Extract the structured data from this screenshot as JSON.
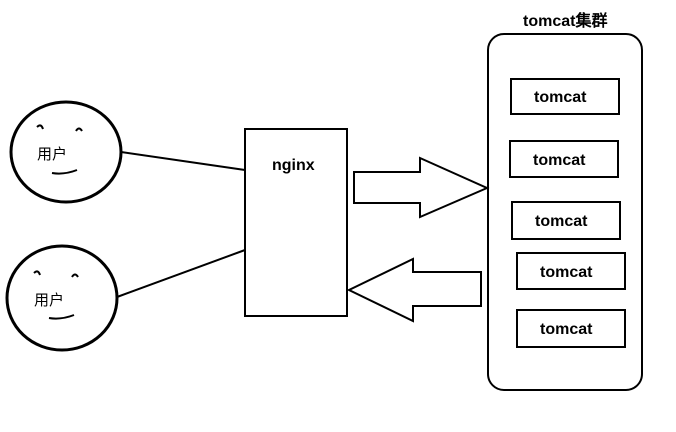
{
  "diagram": {
    "cluster_title": "tomcat集群",
    "nginx_label": "nginx",
    "users": [
      {
        "label": "用户"
      },
      {
        "label": "用户"
      }
    ],
    "tomcats": [
      {
        "label": "tomcat"
      },
      {
        "label": "tomcat"
      },
      {
        "label": "tomcat"
      },
      {
        "label": "tomcat"
      },
      {
        "label": "tomcat"
      }
    ]
  }
}
